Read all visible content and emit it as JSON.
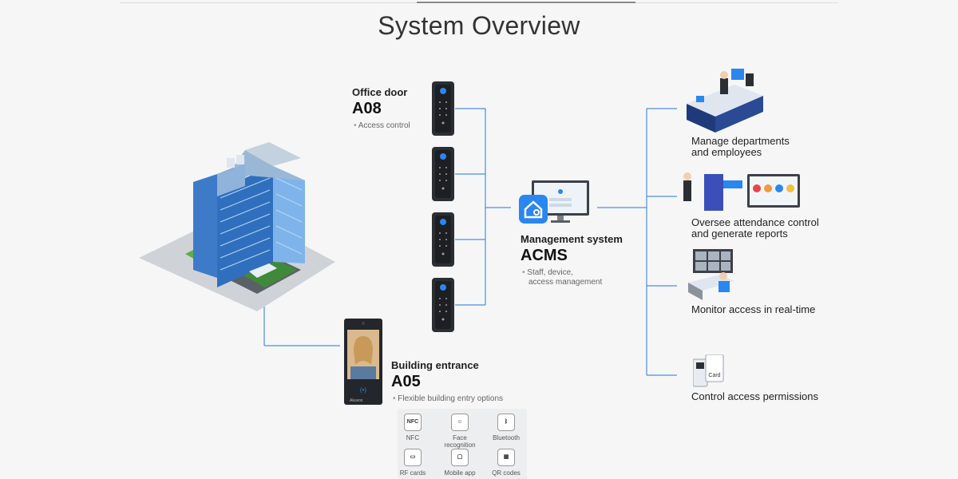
{
  "title": "System Overview",
  "office_door": {
    "subtitle": "Office door",
    "model": "A08",
    "bullet": "Access control"
  },
  "building_entrance": {
    "subtitle": "Building entrance",
    "model": "A05",
    "bullet": "Flexible building entry options",
    "device_brand": "Akuvox"
  },
  "management": {
    "subtitle": "Management system",
    "model": "ACMS",
    "bullet_line1": "Staff, device,",
    "bullet_line2": "access management"
  },
  "functions": [
    {
      "line1": "Manage departments",
      "line2": "and employees"
    },
    {
      "line1": "Oversee attendance control",
      "line2": "and generate reports"
    },
    {
      "line1": "Monitor access in real-time",
      "line2": ""
    },
    {
      "line1": "Control access permissions",
      "line2": ""
    }
  ],
  "entry_methods": [
    {
      "label": "NFC",
      "icon_text": "NFC",
      "icon": "nfc-icon"
    },
    {
      "label": "Face recognition",
      "icon_text": "☺",
      "icon": "face-recognition-icon"
    },
    {
      "label": "Bluetooth",
      "icon_text": "ᛒ",
      "icon": "bluetooth-icon"
    },
    {
      "label": "RF cards",
      "icon_text": "▭",
      "icon": "rf-card-icon"
    },
    {
      "label": "Mobile app",
      "icon_text": "▢",
      "icon": "mobile-app-icon"
    },
    {
      "label": "QR codes",
      "icon_text": "▦",
      "icon": "qr-code-icon"
    }
  ],
  "permission_card_text": "Card",
  "colors": {
    "line": "#4a8fe0",
    "building": "#3a78c8",
    "device": "#2b2e33",
    "accent": "#2a86f0"
  }
}
